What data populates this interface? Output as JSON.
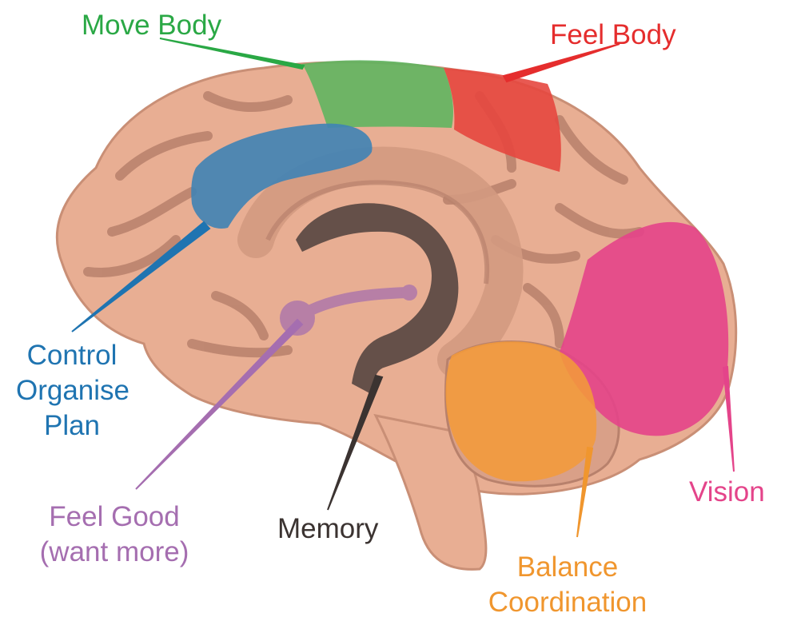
{
  "labels": {
    "move_body": "Move Body",
    "feel_body": "Feel Body",
    "control": [
      "Control",
      "Organise",
      "Plan"
    ],
    "feel_good": [
      "Feel Good",
      "(want more)"
    ],
    "memory": "Memory",
    "balance": [
      "Balance",
      "Coordination"
    ],
    "vision": "Vision"
  },
  "colors": {
    "move_body": "#2aa845",
    "feel_body": "#e52d2d",
    "control": "#1f74b1",
    "feel_good": "#a56eb0",
    "memory": "#3b3331",
    "balance": "#f0962e",
    "vision": "#e4448a",
    "brain": "#e8ae93",
    "brain_fold": "#b8816c"
  }
}
